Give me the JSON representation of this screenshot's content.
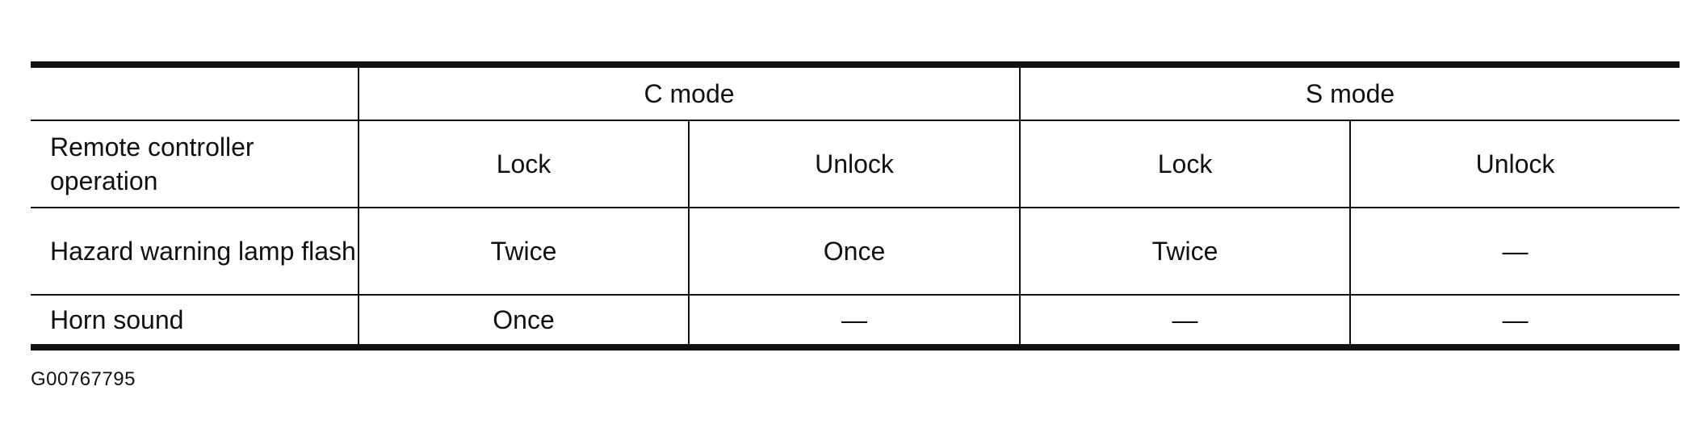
{
  "table": {
    "header": {
      "corner": "",
      "c_mode": "C mode",
      "s_mode": "S mode"
    },
    "rows": [
      {
        "label": "Remote controller operation",
        "c_lock": "Lock",
        "c_unlock": "Unlock",
        "s_lock": "Lock",
        "s_unlock": "Unlock"
      },
      {
        "label": "Hazard warning lamp flash",
        "c_lock": "Twice",
        "c_unlock": "Once",
        "s_lock": "Twice",
        "s_unlock": "—"
      },
      {
        "label": "Horn sound",
        "c_lock": "Once",
        "c_unlock": "—",
        "s_lock": "—",
        "s_unlock": "—"
      }
    ]
  },
  "figure_code": "G00767795"
}
